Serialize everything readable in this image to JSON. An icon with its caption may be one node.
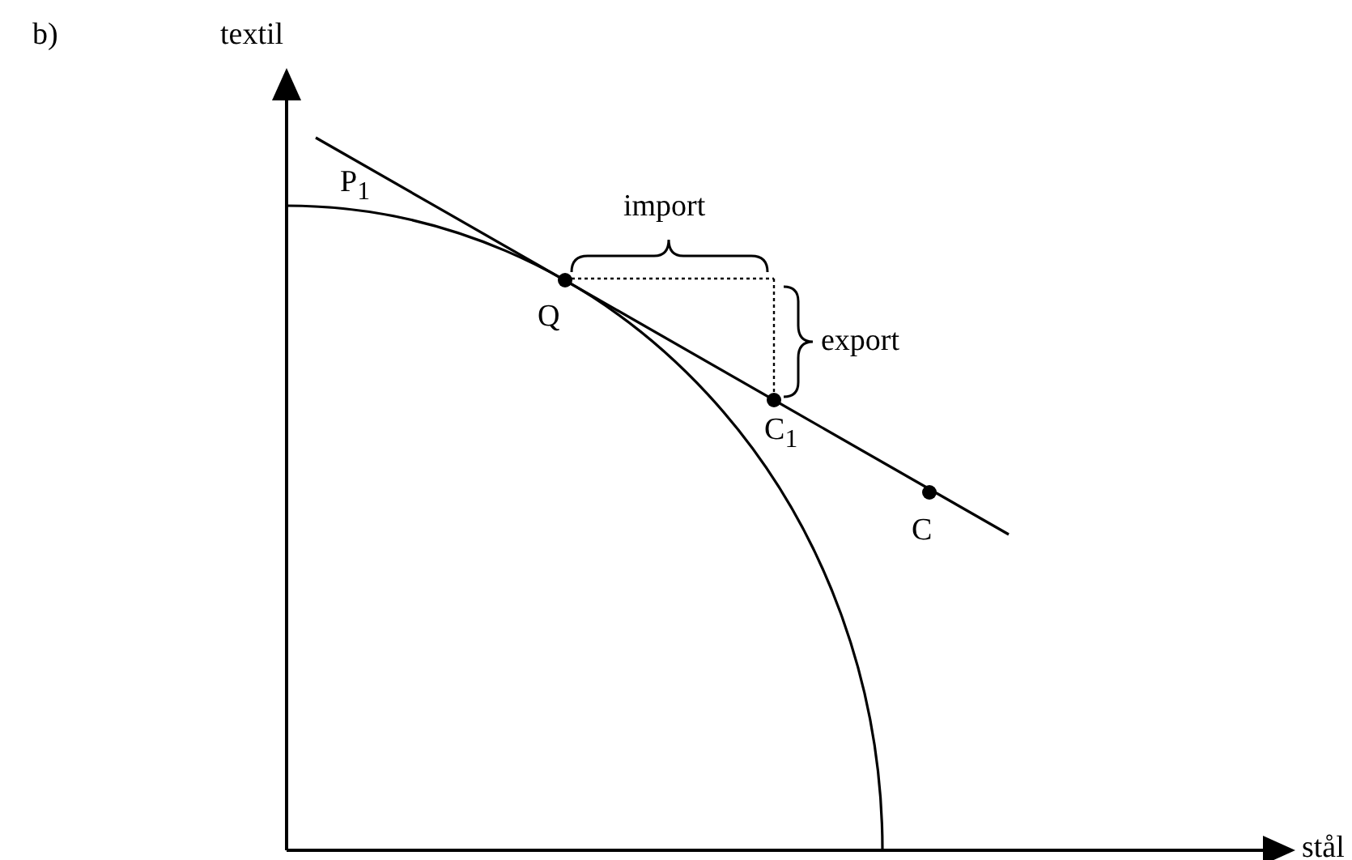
{
  "diagram": {
    "labels": [
      "b)",
      "textil",
      "P$_{1}$",
      "import",
      "Q",
      "export",
      "C$_{1}$",
      "C",
      "stål"
    ]
  }
}
